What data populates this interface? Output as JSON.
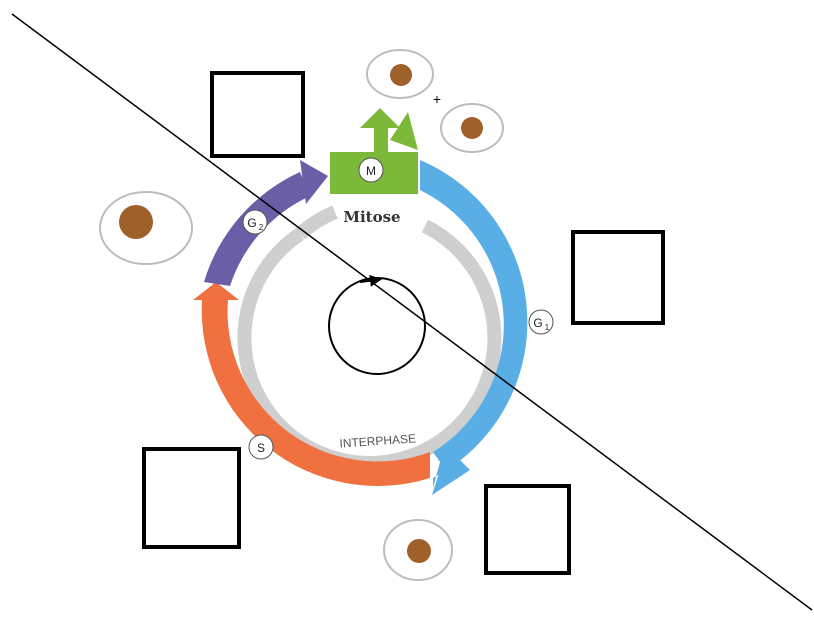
{
  "diagram": {
    "center_label": "Mitose",
    "interphase_label": "INTERPHASE",
    "plus_sign": "+",
    "phases": [
      {
        "id": "M",
        "label": "M",
        "sub": "",
        "color": "#7cb83a"
      },
      {
        "id": "G1",
        "label": "G",
        "sub": "1",
        "color": "#5aaee6"
      },
      {
        "id": "S",
        "label": "S",
        "sub": "",
        "color": "#f07040"
      },
      {
        "id": "G2",
        "label": "G",
        "sub": "2",
        "color": "#6a5fa6"
      }
    ],
    "colors": {
      "inner_ring": "#cfcfcf",
      "cell_membrane": "#bdbdbd",
      "nucleus": "#a0602a",
      "outline": "#000000"
    }
  },
  "answer_boxes": [
    {
      "id": "box-top"
    },
    {
      "id": "box-right"
    },
    {
      "id": "box-left-bottom"
    },
    {
      "id": "box-right-bottom"
    }
  ]
}
